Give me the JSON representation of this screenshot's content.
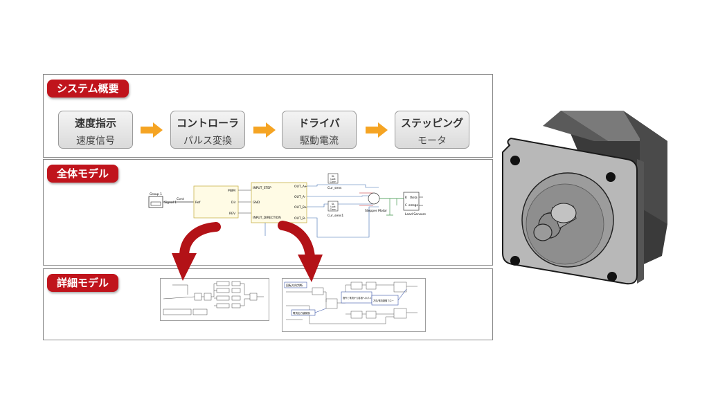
{
  "sections": {
    "overview": {
      "badge": "システム概要",
      "steps": [
        {
          "title": "速度指示",
          "sub": "速度信号"
        },
        {
          "title": "コントローラ",
          "sub": "パルス変換"
        },
        {
          "title": "ドライバ",
          "sub": "駆動電流"
        },
        {
          "title": "ステッピング",
          "sub": "モータ"
        }
      ]
    },
    "full_model": {
      "badge": "全体モデル",
      "blocks": {
        "signal": {
          "name": "Group 1",
          "out": "Signal 1"
        },
        "cont_label": "Cont",
        "controller": {
          "in": "Ref",
          "ports": [
            "PWM",
            "Dir",
            "REV"
          ]
        },
        "driver": {
          "in_ports": [
            "INPUT_STEP",
            "GND",
            "INPUT_DIRECTION"
          ],
          "out_ports": [
            "OUT_A+",
            "OUT_A-",
            "OUT_B+",
            "OUT_B-"
          ]
        },
        "sensor_a": {
          "label": "Cur_sens",
          "ports": [
            "SL",
            "Lsat",
            "Conn"
          ]
        },
        "sensor_b": {
          "label": "Cur_sens1",
          "ports": [
            "SL",
            "Lsat",
            "Conn"
          ]
        },
        "motor": "Stepper Motor",
        "load": {
          "label": "Load Sensors",
          "ports": [
            "R",
            "C",
            "theta",
            "omega"
          ]
        }
      }
    },
    "detail_model": {
      "badge": "詳細モデル",
      "notes": [
        "回転方向判断",
        "指令と電流から各相へのパルス生成",
        "電流出力値変換",
        "方向/電流制御フロー"
      ]
    }
  },
  "colors": {
    "accent": "#c0141c",
    "arrow_orange": "#f5a423",
    "curve_red": "#b31217"
  }
}
